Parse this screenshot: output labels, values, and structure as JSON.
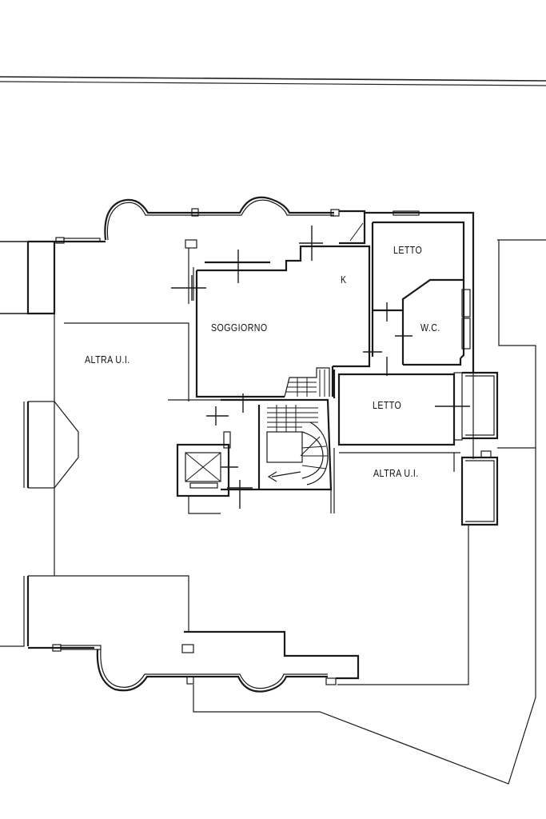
{
  "rooms": {
    "letto_top": "LETTO",
    "k": "K",
    "soggiorno": "SOGGIORNO",
    "wc": "W.C.",
    "altra_left": "ALTRA U.I.",
    "letto_bottom": "LETTO",
    "altra_right": "ALTRA U.I."
  }
}
